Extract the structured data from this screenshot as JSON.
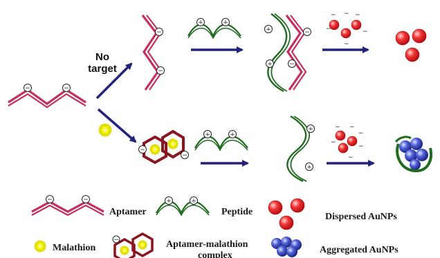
{
  "labels": {
    "no_target_line1": "No",
    "no_target_line2": "target"
  },
  "legend": {
    "aptamer": "Aptamer",
    "peptide": "Peptide",
    "dispersed": "Dispersed AuNPs",
    "malathion": "Malathion",
    "complex_line1": "Aptamer-malathion",
    "complex_line2": "complex",
    "aggregated": "Aggregated AuNPs"
  },
  "symbols": {
    "negative": "−",
    "positive": "+"
  },
  "colors": {
    "aptamer": "#c4305e",
    "peptide": "#1f6b1f",
    "arrow": "#23237a",
    "aunp_red": "#e8232b",
    "aunp_blue": "#3848b8",
    "malathion": "#e6e600",
    "complex_hex": "#8a1520"
  }
}
